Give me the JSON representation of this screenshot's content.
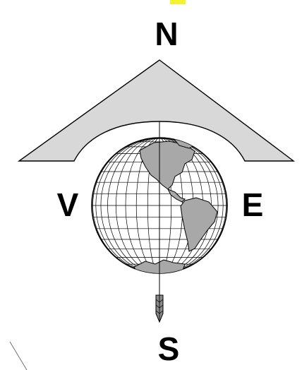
{
  "compass": {
    "north_label": "N",
    "south_label": "S",
    "east_label": "E",
    "west_label": "V"
  },
  "colors": {
    "roof_fill": "#d8d8d8",
    "land_fill": "#a8a8a8",
    "highlight": "#f5f232",
    "stroke": "#000000",
    "background": "#ffffff"
  },
  "icons": {
    "globe": "globe-icon",
    "arrow": "south-arrow-icon",
    "roof": "north-roof-icon"
  }
}
